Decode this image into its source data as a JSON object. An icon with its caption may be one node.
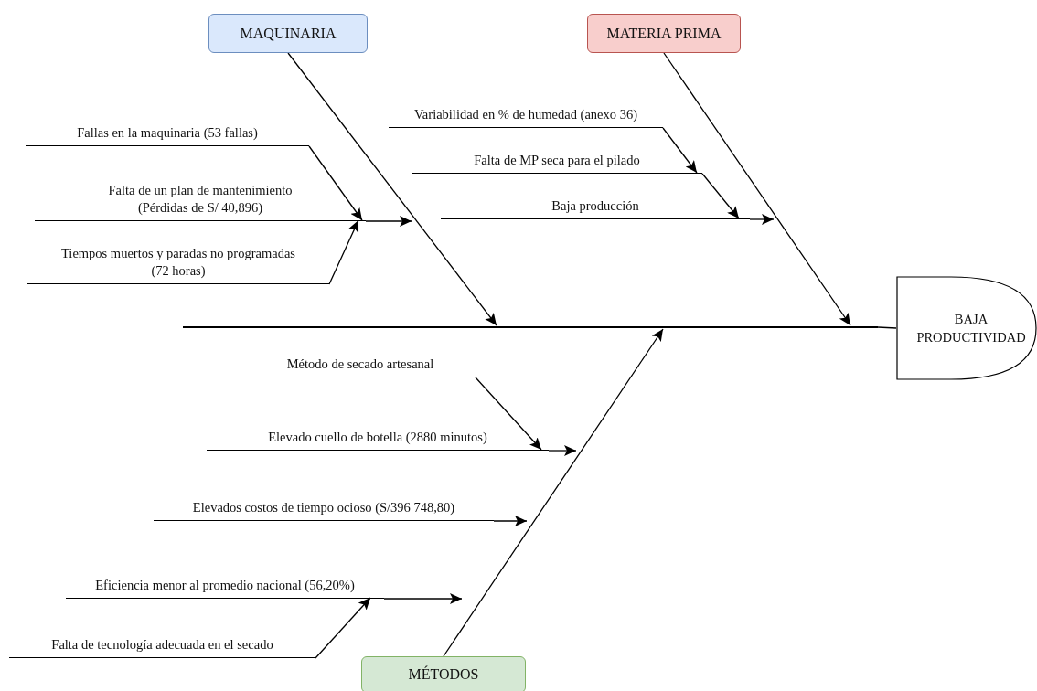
{
  "diagram": {
    "nodes": [
      {
        "text": [
          "MAQUINARIA"
        ]
      },
      {
        "text": [
          "MATERIA PRIMA"
        ]
      },
      {
        "text": [
          "Fallas en la maquinaria (53 fallas)"
        ]
      },
      {
        "text": [
          "Falta de un plan de mantenimiento (Pérdidas de S/ 40,896)"
        ]
      },
      {
        "text": [
          "Tiempos muertos y paradas no programadas (72 horas)"
        ]
      },
      {
        "text": [
          "Variabilidad en % de humedad (anexo 36)"
        ]
      },
      {
        "text": [
          "Falta de MP seca para el pilado"
        ]
      },
      {
        "text": [
          "Baja producción"
        ]
      },
      {
        "text": [],
        "shape": "line"
      },
      {
        "text": [
          "BAJA PRODUCTIVIDAD"
        ]
      },
      {
        "text": [
          "Método de secado artesanal"
        ]
      },
      {
        "text": [
          "Elevado cuello de botella (2880 minutos)"
        ]
      },
      {
        "text": [
          "Elevados costos de tiempo ocioso (S/396 748,80)"
        ]
      },
      {
        "text": [
          "Eficiencia menor al promedio nacional (56,20%)"
        ]
      },
      {
        "text": [
          "Falta de tecnología adecuada en el secado"
        ]
      },
      {
        "text": [
          "MÉTODOS"
        ]
      }
    ],
    "edges": [
      {
        "from": 0,
        "to": 8,
        "arrow": "to"
      },
      {
        "from": 1,
        "to": 8,
        "arrow": "to"
      },
      {
        "from": 15,
        "to": 8,
        "arrow": "to"
      },
      {
        "from": 8,
        "to": 9,
        "arrow": "none"
      },
      {
        "from": 2,
        "to": 3,
        "arrow": "to"
      },
      {
        "from": 4,
        "to": 3,
        "arrow": "to"
      },
      {
        "from": 3,
        "to": null,
        "arrow": "to"
      },
      {
        "from": 5,
        "to": 6,
        "arrow": "to"
      },
      {
        "from": 6,
        "to": 7,
        "arrow": "to"
      },
      {
        "from": 7,
        "to": null,
        "arrow": "to"
      },
      {
        "from": 10,
        "to": 11,
        "arrow": "to"
      },
      {
        "from": 11,
        "to": null,
        "arrow": "to"
      },
      {
        "from": 12,
        "to": null,
        "arrow": "to"
      },
      {
        "from": 13,
        "to": null,
        "arrow": "to"
      },
      {
        "from": 14,
        "to": 13,
        "arrow": "to"
      }
    ]
  }
}
